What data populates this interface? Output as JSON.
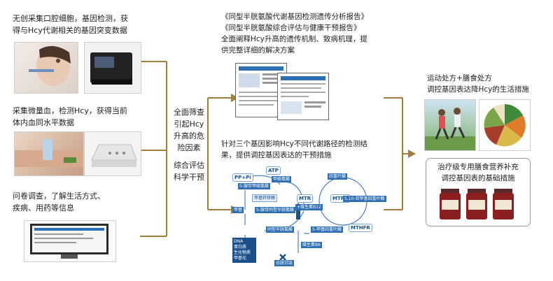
{
  "left": {
    "block1": [
      "无创采集口腔细胞，基因检测，获",
      "得与Hcy代谢相关的基因突变数据"
    ],
    "block2": [
      "采集微量血，检测Hcy，获得当前",
      "体内血同水平数据"
    ],
    "block3": [
      "问卷调查，了解生活方式、",
      "疾病、用药等信息"
    ]
  },
  "middle": {
    "label1": [
      "全面筛查",
      "引起Hcy",
      "升高的危",
      "险因素"
    ],
    "label2": [
      "综合评估",
      "科学干预"
    ]
  },
  "center": {
    "reports": [
      "《同型半胱氨酸代谢基因检测遗传分析报告》",
      "《同型半胱氨酸综合评估与健康干预报告》",
      "全面阐释Hcy升高的遗传机制、致病机理，提",
      "供完整详细的解决方案"
    ],
    "intervention": [
      "针对三个基因影响Hcy不同代谢路径的检测结",
      "果，提供调控基因表达的干预措施"
    ]
  },
  "pathway": {
    "atp": "ATP",
    "ppi": "PP+Pi",
    "s_adomet": "S-腺苷甲硫氨酸",
    "met": "甲硫氨酸",
    "methyl_transferase": "甲基转移酶",
    "methyl": "甲基",
    "s_adohcy": "S-腺苷同型半胱氨酸",
    "b12": "+维生素B12",
    "mtr": "MTR",
    "mtrr": "MTRR",
    "mthfr": "MTHFR",
    "thf": "四氢叶酸",
    "m5thf": "5,10-亚甲基四氢叶酸",
    "m5thf2": "5-甲基四氢叶酸",
    "hcy": "同型半胱氨酸",
    "b6": "维生素B6",
    "cys": "谷胱甘肽",
    "dna": [
      "DNA",
      "蛋白质",
      "生化物质",
      "甲基化"
    ]
  },
  "right": {
    "top": [
      "运动处方+膳食处方",
      "调控基因表达降Hcy的生活措施"
    ],
    "box": [
      "治疗级专用膳食营养补充",
      "调控基因表的基础措施"
    ]
  },
  "colors": {
    "line": "#a37d3c",
    "accent": "#2d6fb5"
  }
}
